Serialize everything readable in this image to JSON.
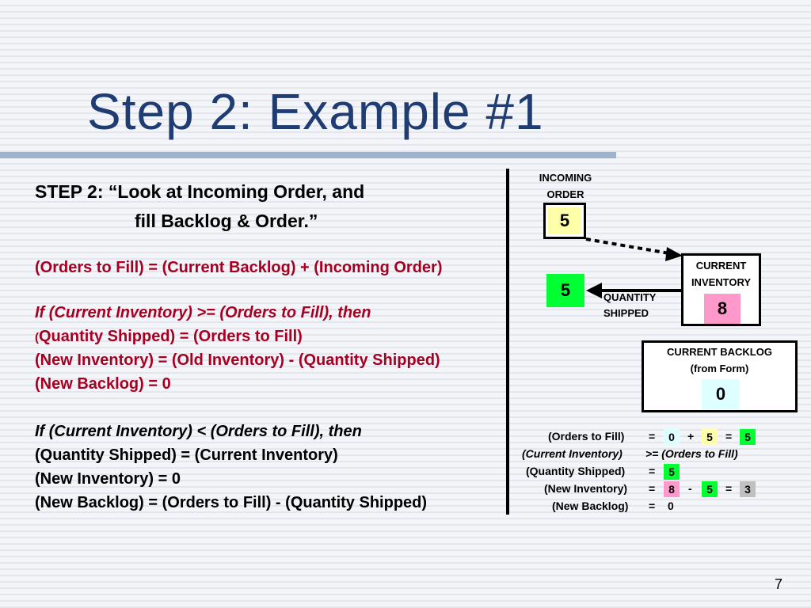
{
  "title": "Step 2:  Example #1",
  "left": {
    "step_line1": "STEP 2:  “Look at Incoming Order, and",
    "step_line2": "fill Backlog & Order.”",
    "orders_formula": "(Orders to Fill) = (Current Backlog) + (Incoming Order)",
    "if_ge": "If (Current Inventory) >= (Orders to Fill), then",
    "ge_paren": "(",
    "ge_qty": "Quantity Shipped) = (Orders to Fill)",
    "ge_inv": "(New Inventory) = (Old Inventory) - (Quantity Shipped)",
    "ge_backlog": "(New Backlog) = 0",
    "if_lt": "If (Current Inventory) < (Orders to Fill), then",
    "lt_qty": "(Quantity Shipped) = (Current Inventory)",
    "lt_inv": "(New Inventory) = 0",
    "lt_backlog": "(New Backlog) = (Orders to Fill) - (Quantity Shipped)"
  },
  "diagram": {
    "incoming_label1": "INCOMING",
    "incoming_label2": "ORDER",
    "incoming_value": "5",
    "inventory_label1": "CURRENT",
    "inventory_label2": "INVENTORY",
    "inventory_value": "8",
    "shipped_value": "5",
    "shipped_label1": "QUANTITY",
    "shipped_label2": "SHIPPED",
    "backlog_label1": "CURRENT BACKLOG",
    "backlog_label2": "(from Form)",
    "backlog_value": "0"
  },
  "calc": {
    "r1_label": "(Orders to Fill)",
    "r1_eq": "=",
    "r1_a": "0",
    "r1_op": "+",
    "r1_b": "5",
    "r1_eq2": "=",
    "r1_res": "5",
    "r2_label": "(Current Inventory)",
    "r2_rest": ">= (Orders to Fill)",
    "r3_label": "(Quantity Shipped)",
    "r3_eq": "=",
    "r3_val": "5",
    "r4_label": "(New Inventory)",
    "r4_eq": "=",
    "r4_a": "8",
    "r4_op": "-",
    "r4_b": "5",
    "r4_eq2": "=",
    "r4_res": "3",
    "r5_label": "(New Backlog)",
    "r5_eq": "=",
    "r5_val": "0"
  },
  "colors": {
    "yellow": "#ffffa8",
    "pink": "#ff99cc",
    "green": "#00ff33",
    "cyan": "#ddffff",
    "gray": "#c0c0c0",
    "title_blue": "#1f3c73",
    "formula_red": "#a50021"
  },
  "page_number": "7"
}
